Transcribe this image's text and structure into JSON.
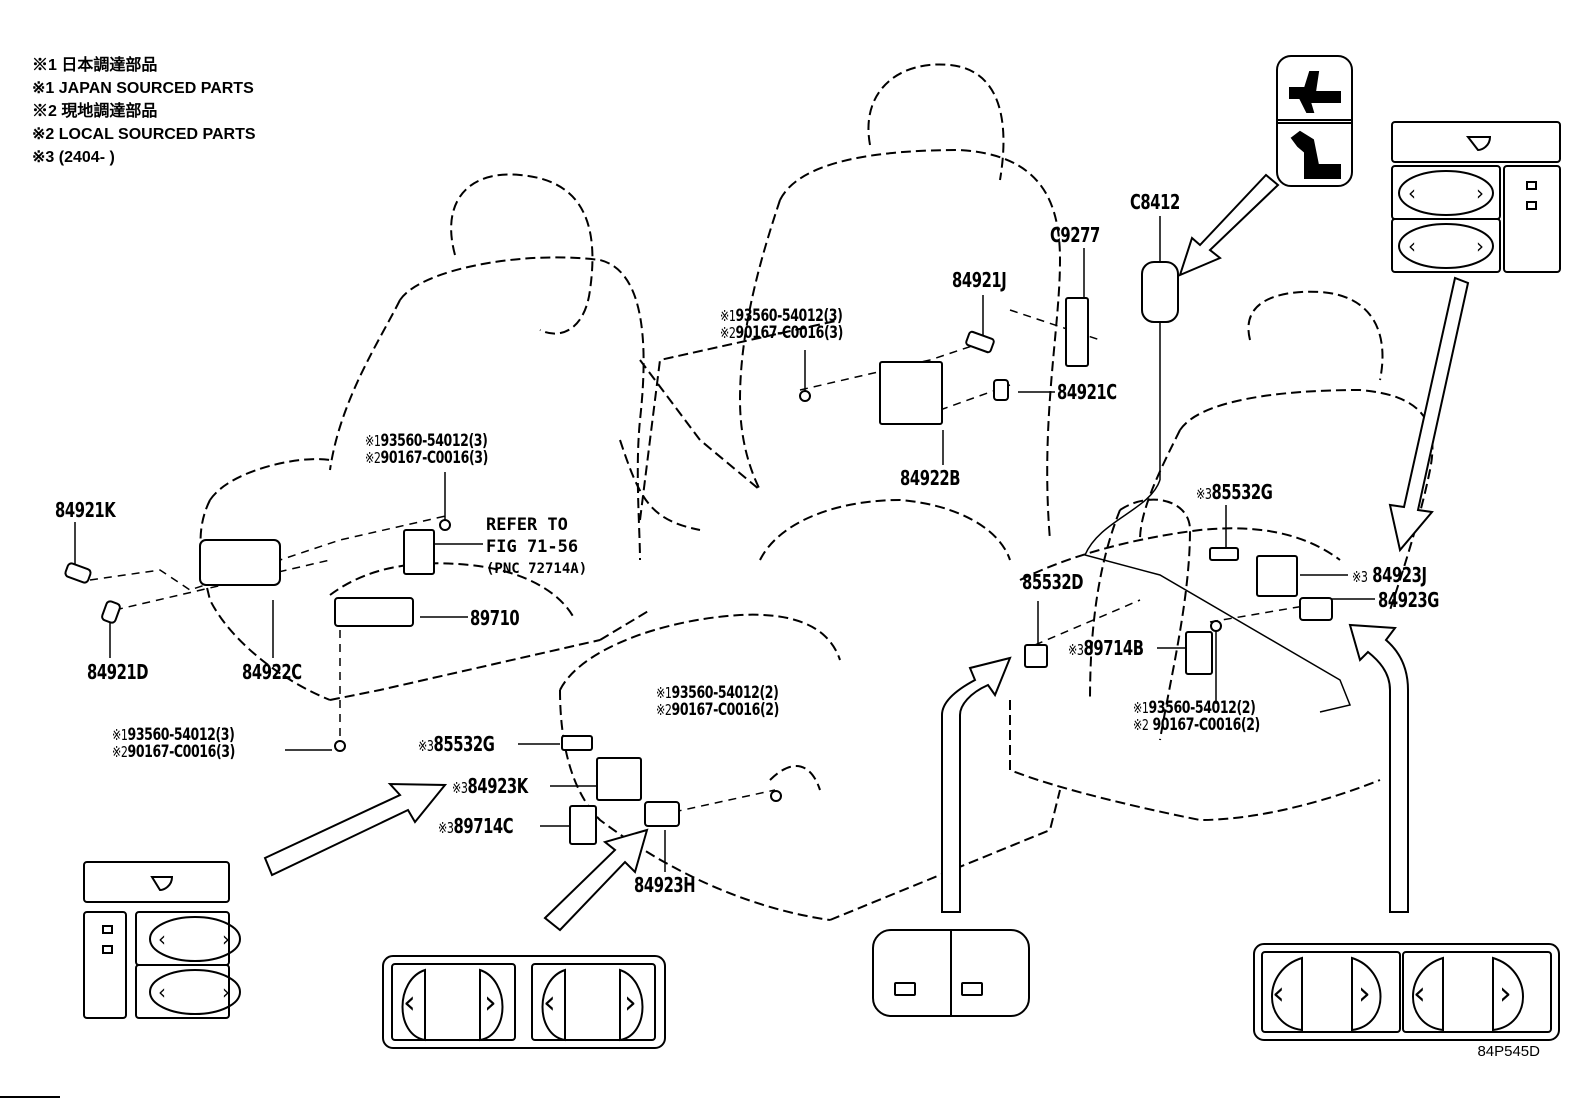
{
  "legend": [
    {
      "mark": "※1",
      "text": "日本調達部品"
    },
    {
      "mark": "※1",
      "text": "JAPAN SOURCED PARTS"
    },
    {
      "mark": "※2",
      "text": "現地調達部品"
    },
    {
      "mark": "※2",
      "text": "LOCAL SOURCED PARTS"
    },
    {
      "mark": "※3",
      "text": "(2404-      )"
    }
  ],
  "part_labels": {
    "p84921K": "84921K",
    "p84921D": "84921D",
    "p84922C": "84922C",
    "p89710": "89710",
    "p84921J": "84921J",
    "pC9277": "C9277",
    "p84921C": "84921C",
    "p84922B": "84922B",
    "pC8412": "C8412",
    "p85532G_right": "85532G",
    "p84923J": "84923J",
    "p84923G": "84923G",
    "p85532D": "85532D",
    "p89714B": "89714B",
    "p85532G_left": "85532G",
    "p84923K": "84923K",
    "p89714C": "89714C",
    "p84923H": "84923H"
  },
  "marks": {
    "m1": "※1",
    "m2": "※2",
    "m3": "※3"
  },
  "bolt_groups": {
    "upper_center": {
      "a": "93560-54012(3)",
      "b": "90167-C0016(3)"
    },
    "left_mid": {
      "a": "93560-54012(3)",
      "b": "90167-C0016(3)"
    },
    "left_bottom": {
      "a": "93560-54012(3)",
      "b": "90167-C0016(3)"
    },
    "center_mid": {
      "a": "93560-54012(2)",
      "b": "90167-C0016(2)"
    },
    "right_mid": {
      "a": "93560-54012(2)",
      "b": "90167-C0016(2)"
    }
  },
  "reference": {
    "line1": "REFER TO",
    "line2": "FIG 71-56",
    "line3": "(PNC 72714A)"
  },
  "illustration_code": "84P545D"
}
